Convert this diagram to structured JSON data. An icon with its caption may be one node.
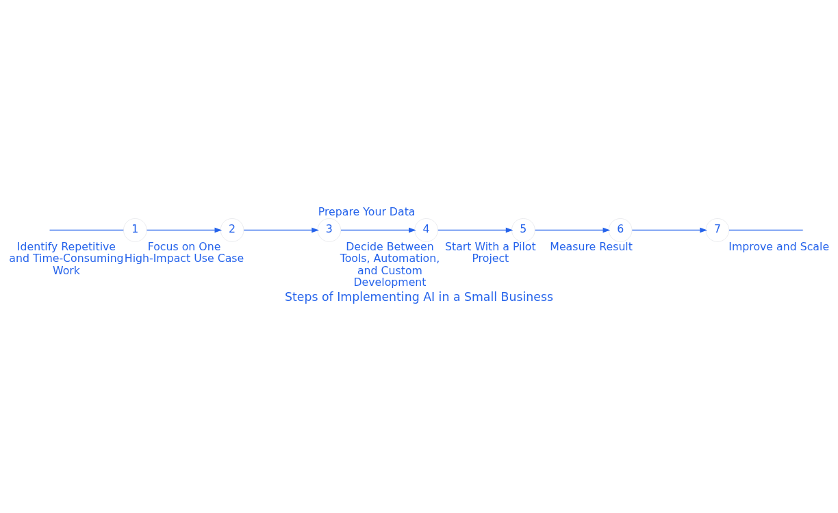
{
  "diagram": {
    "title": "Steps of Implementing AI in a Small Business",
    "nodes": [
      {
        "text": [
          "1"
        ],
        "beside": [
          "Identify Repetitive and Time-Consuming Work"
        ]
      },
      {
        "text": [
          "2"
        ],
        "beside": [
          "Focus on One High-Impact Use Case"
        ]
      },
      {
        "text": [
          "3"
        ],
        "beside": [
          "Decide Between Tools, Automation, and Custom Development"
        ]
      },
      {
        "text": [
          "4"
        ],
        "beside": [
          "Prepare Your Data"
        ]
      },
      {
        "text": [
          "5"
        ],
        "beside": [
          "Start With a Pilot Project"
        ]
      },
      {
        "text": [
          "6"
        ],
        "beside": [
          "Measure Result"
        ]
      },
      {
        "text": [
          "7"
        ],
        "beside": [
          "Improve and Scale"
        ]
      }
    ],
    "edges": [
      {
        "from": null,
        "to": 0,
        "arrow": "none"
      },
      {
        "from": 0,
        "to": 1,
        "arrow": "to"
      },
      {
        "from": 1,
        "to": 2,
        "arrow": "to"
      },
      {
        "from": 2,
        "to": 3,
        "arrow": "to"
      },
      {
        "from": 3,
        "to": 4,
        "arrow": "to"
      },
      {
        "from": 4,
        "to": 5,
        "arrow": "to"
      },
      {
        "from": 5,
        "to": 6,
        "arrow": "to"
      },
      {
        "from": 6,
        "to": null,
        "arrow": "none"
      }
    ]
  }
}
